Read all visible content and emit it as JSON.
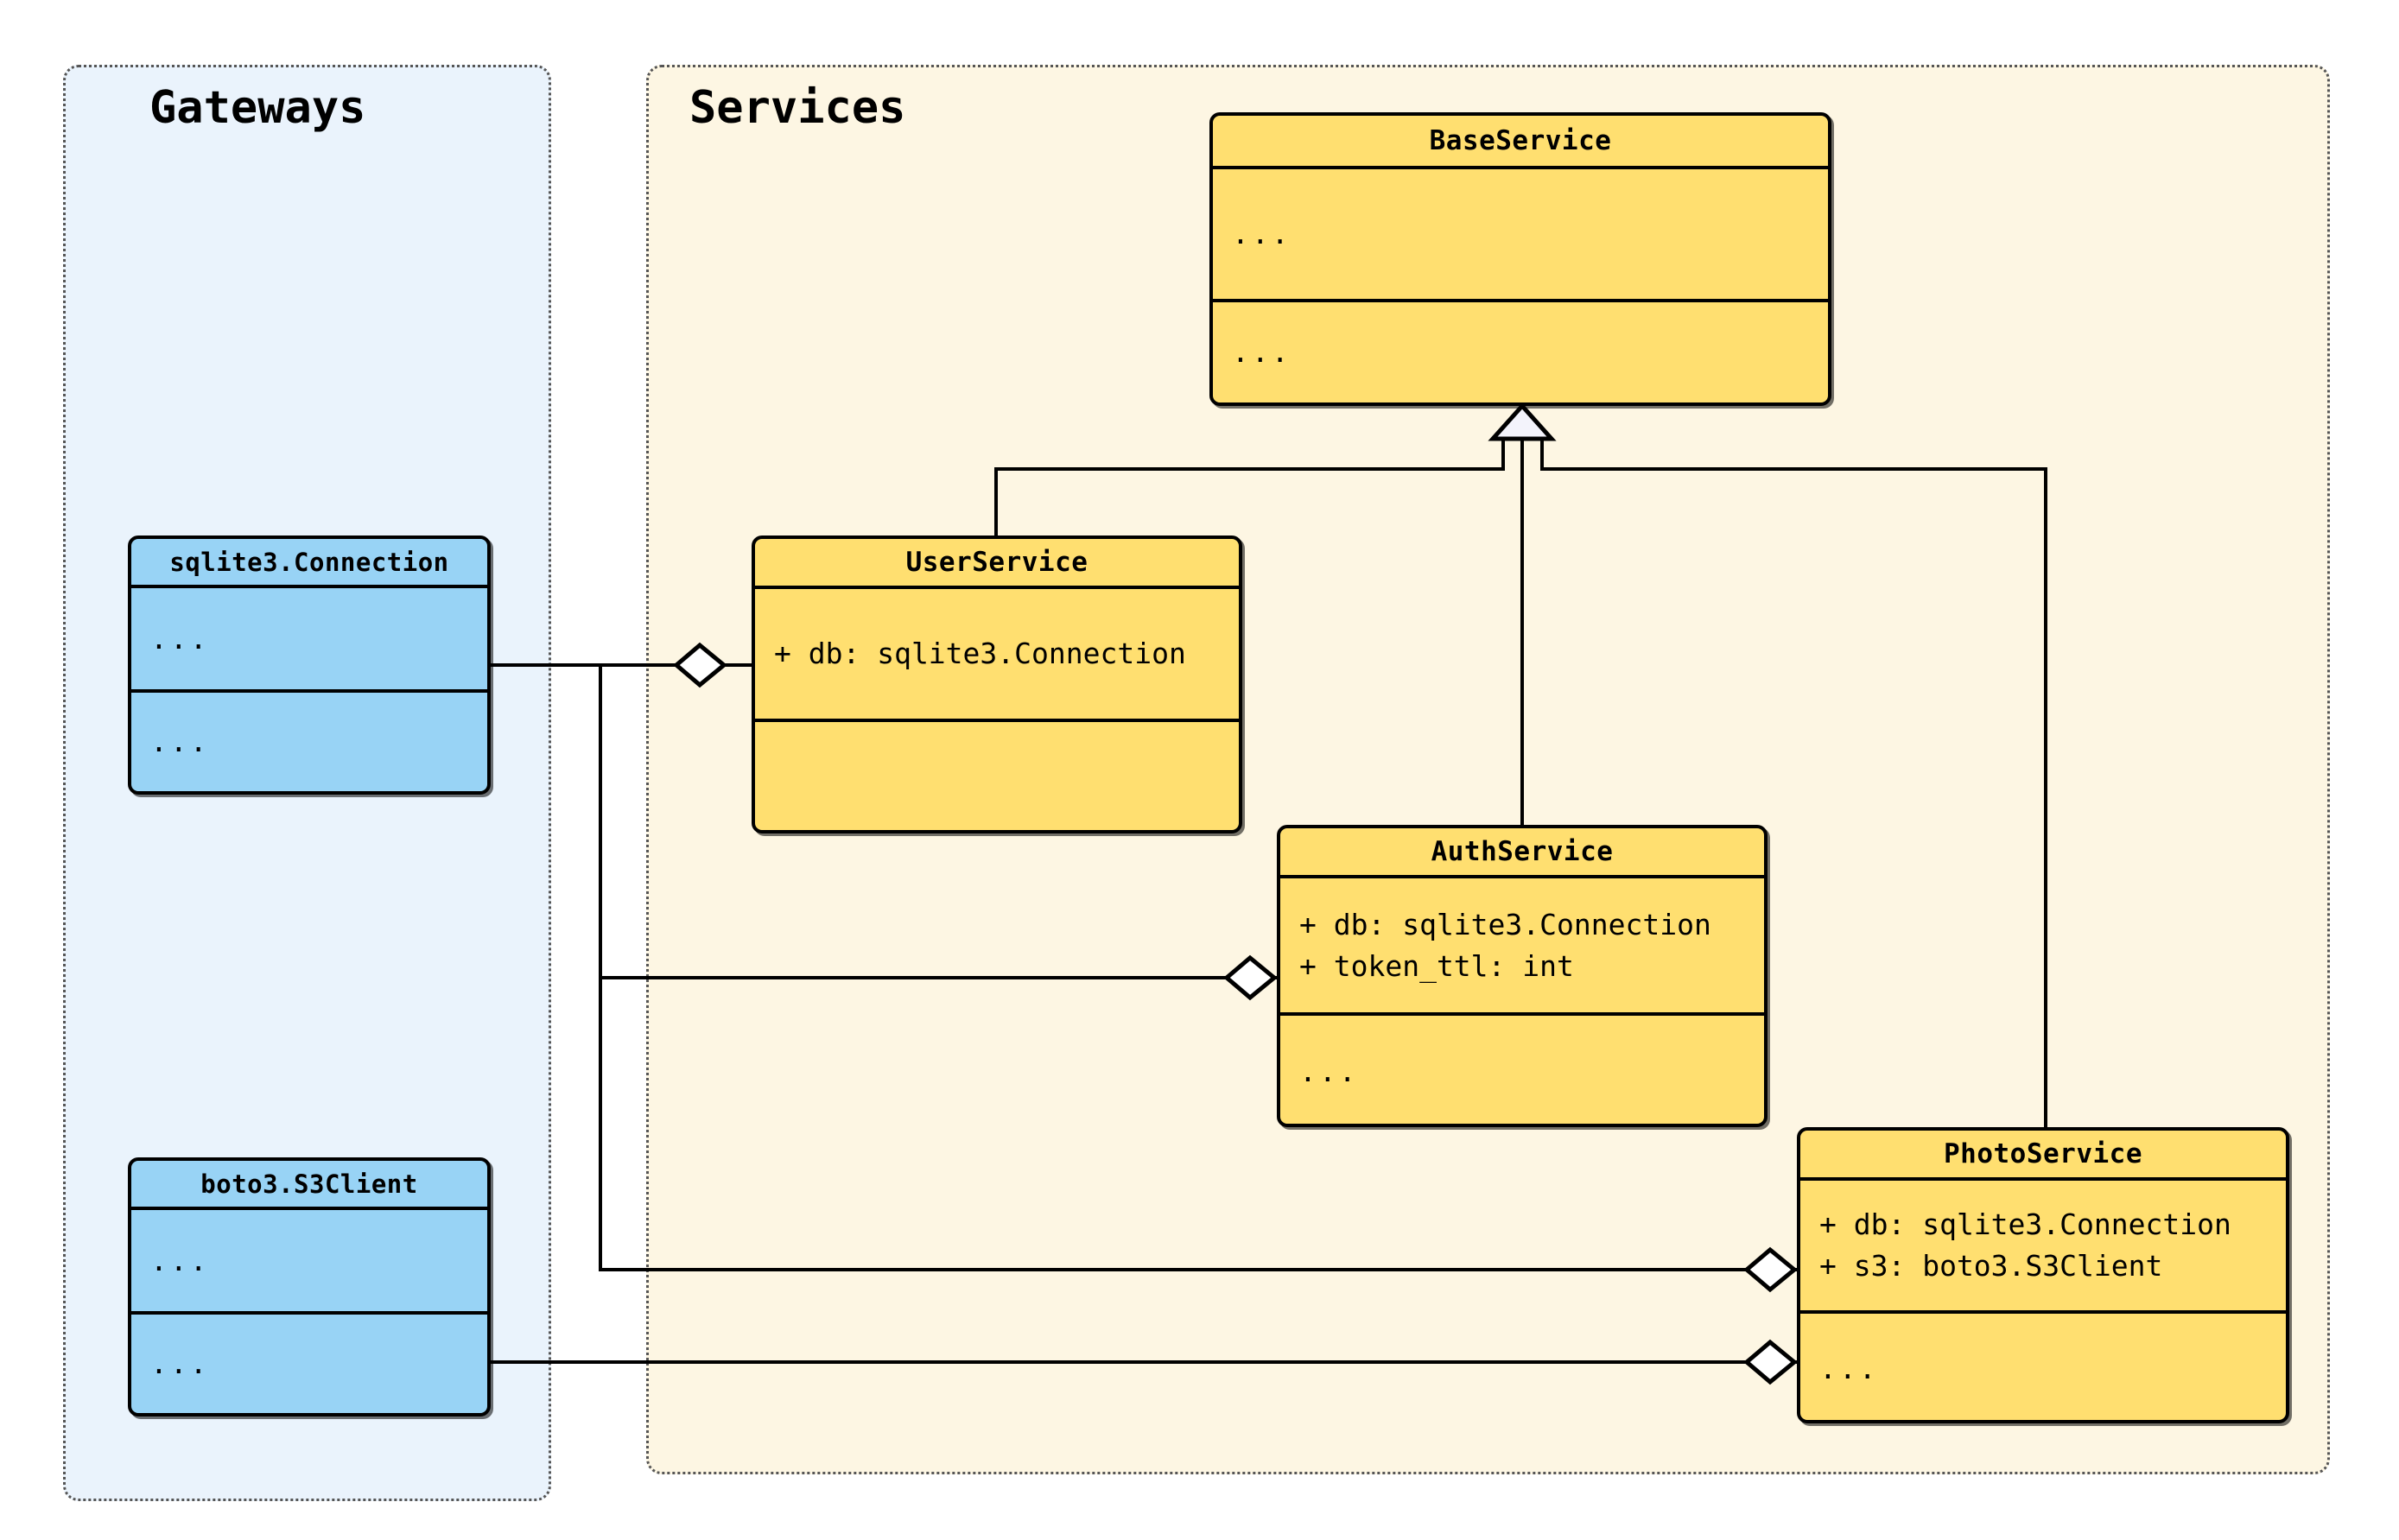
{
  "diagram": {
    "type": "uml-class-diagram",
    "colors": {
      "service_fill": "#FFDF70",
      "gateway_fill": "#98D3F5",
      "services_panel_bg": "#FDF6E3",
      "gateways_panel_bg": "#EAF3FC",
      "stroke": "#000000",
      "panel_border": "#555555",
      "marker_fill": "#FFFFFF",
      "page_bg": "#FFFFFF"
    },
    "packages": [
      {
        "id": "gateways",
        "title": "Gateways"
      },
      {
        "id": "services",
        "title": "Services"
      }
    ],
    "classes": [
      {
        "id": "base-service",
        "name": "BaseService",
        "package": "services",
        "kind": "service",
        "attributes": [
          "..."
        ],
        "methods": [
          "..."
        ]
      },
      {
        "id": "user-service",
        "name": "UserService",
        "package": "services",
        "kind": "service",
        "attributes": [
          "+ db: sqlite3.Connection"
        ],
        "methods": []
      },
      {
        "id": "auth-service",
        "name": "AuthService",
        "package": "services",
        "kind": "service",
        "attributes": [
          "+ db: sqlite3.Connection",
          "+ token_ttl: int"
        ],
        "methods": [
          "..."
        ]
      },
      {
        "id": "photo-service",
        "name": "PhotoService",
        "package": "services",
        "kind": "service",
        "attributes": [
          "+ db: sqlite3.Connection",
          "+ s3: boto3.S3Client"
        ],
        "methods": [
          "..."
        ]
      },
      {
        "id": "sqlite3-connection",
        "name": "sqlite3.Connection",
        "package": "gateways",
        "kind": "gateway",
        "attributes": [
          "..."
        ],
        "methods": [
          "..."
        ]
      },
      {
        "id": "boto3-s3client",
        "name": "boto3.S3Client",
        "package": "gateways",
        "kind": "gateway",
        "attributes": [
          "..."
        ],
        "methods": [
          "..."
        ]
      }
    ],
    "relationships": [
      {
        "id": "rel-user-inherits-base",
        "type": "generalization",
        "marker": "hollow-triangle",
        "from": "user-service",
        "to": "base-service"
      },
      {
        "id": "rel-auth-inherits-base",
        "type": "generalization",
        "marker": "hollow-triangle",
        "from": "auth-service",
        "to": "base-service"
      },
      {
        "id": "rel-photo-inherits-base",
        "type": "generalization",
        "marker": "hollow-triangle",
        "from": "photo-service",
        "to": "base-service"
      },
      {
        "id": "rel-user-db",
        "type": "aggregation",
        "marker": "hollow-diamond",
        "from": "sqlite3-connection",
        "to": "user-service"
      },
      {
        "id": "rel-auth-db",
        "type": "aggregation",
        "marker": "hollow-diamond",
        "from": "sqlite3-connection",
        "to": "auth-service"
      },
      {
        "id": "rel-photo-db",
        "type": "aggregation",
        "marker": "hollow-diamond",
        "from": "sqlite3-connection",
        "to": "photo-service"
      },
      {
        "id": "rel-photo-s3",
        "type": "aggregation",
        "marker": "hollow-diamond",
        "from": "boto3-s3client",
        "to": "photo-service"
      }
    ]
  }
}
